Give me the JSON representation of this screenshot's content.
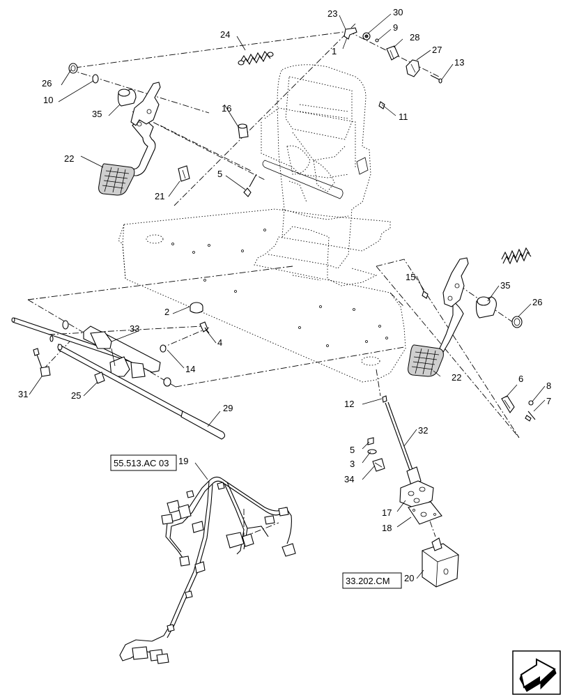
{
  "callouts": {
    "c1": "1",
    "c2": "2",
    "c3": "3",
    "c4": "4",
    "c5a": "5",
    "c5b": "5",
    "c6": "6",
    "c7": "7",
    "c8": "8",
    "c9": "9",
    "c10": "10",
    "c11": "11",
    "c12": "12",
    "c13": "13",
    "c14": "14",
    "c15": "15",
    "c16": "16",
    "c17": "17",
    "c18": "18",
    "c19": "19",
    "c20": "20",
    "c21": "21",
    "c22a": "22",
    "c22b": "22",
    "c23": "23",
    "c24": "24",
    "c25": "25",
    "c26a": "26",
    "c26b": "26",
    "c27": "27",
    "c28": "28",
    "c29": "29",
    "c30": "30",
    "c31": "31",
    "c32": "32",
    "c33": "33",
    "c34": "34",
    "c35a": "35",
    "c35b": "35"
  },
  "references": {
    "harness_ref": "55.513.AC 03",
    "valve_ref": "33.202.CM"
  },
  "nav_icon": "arrow-forward-icon"
}
